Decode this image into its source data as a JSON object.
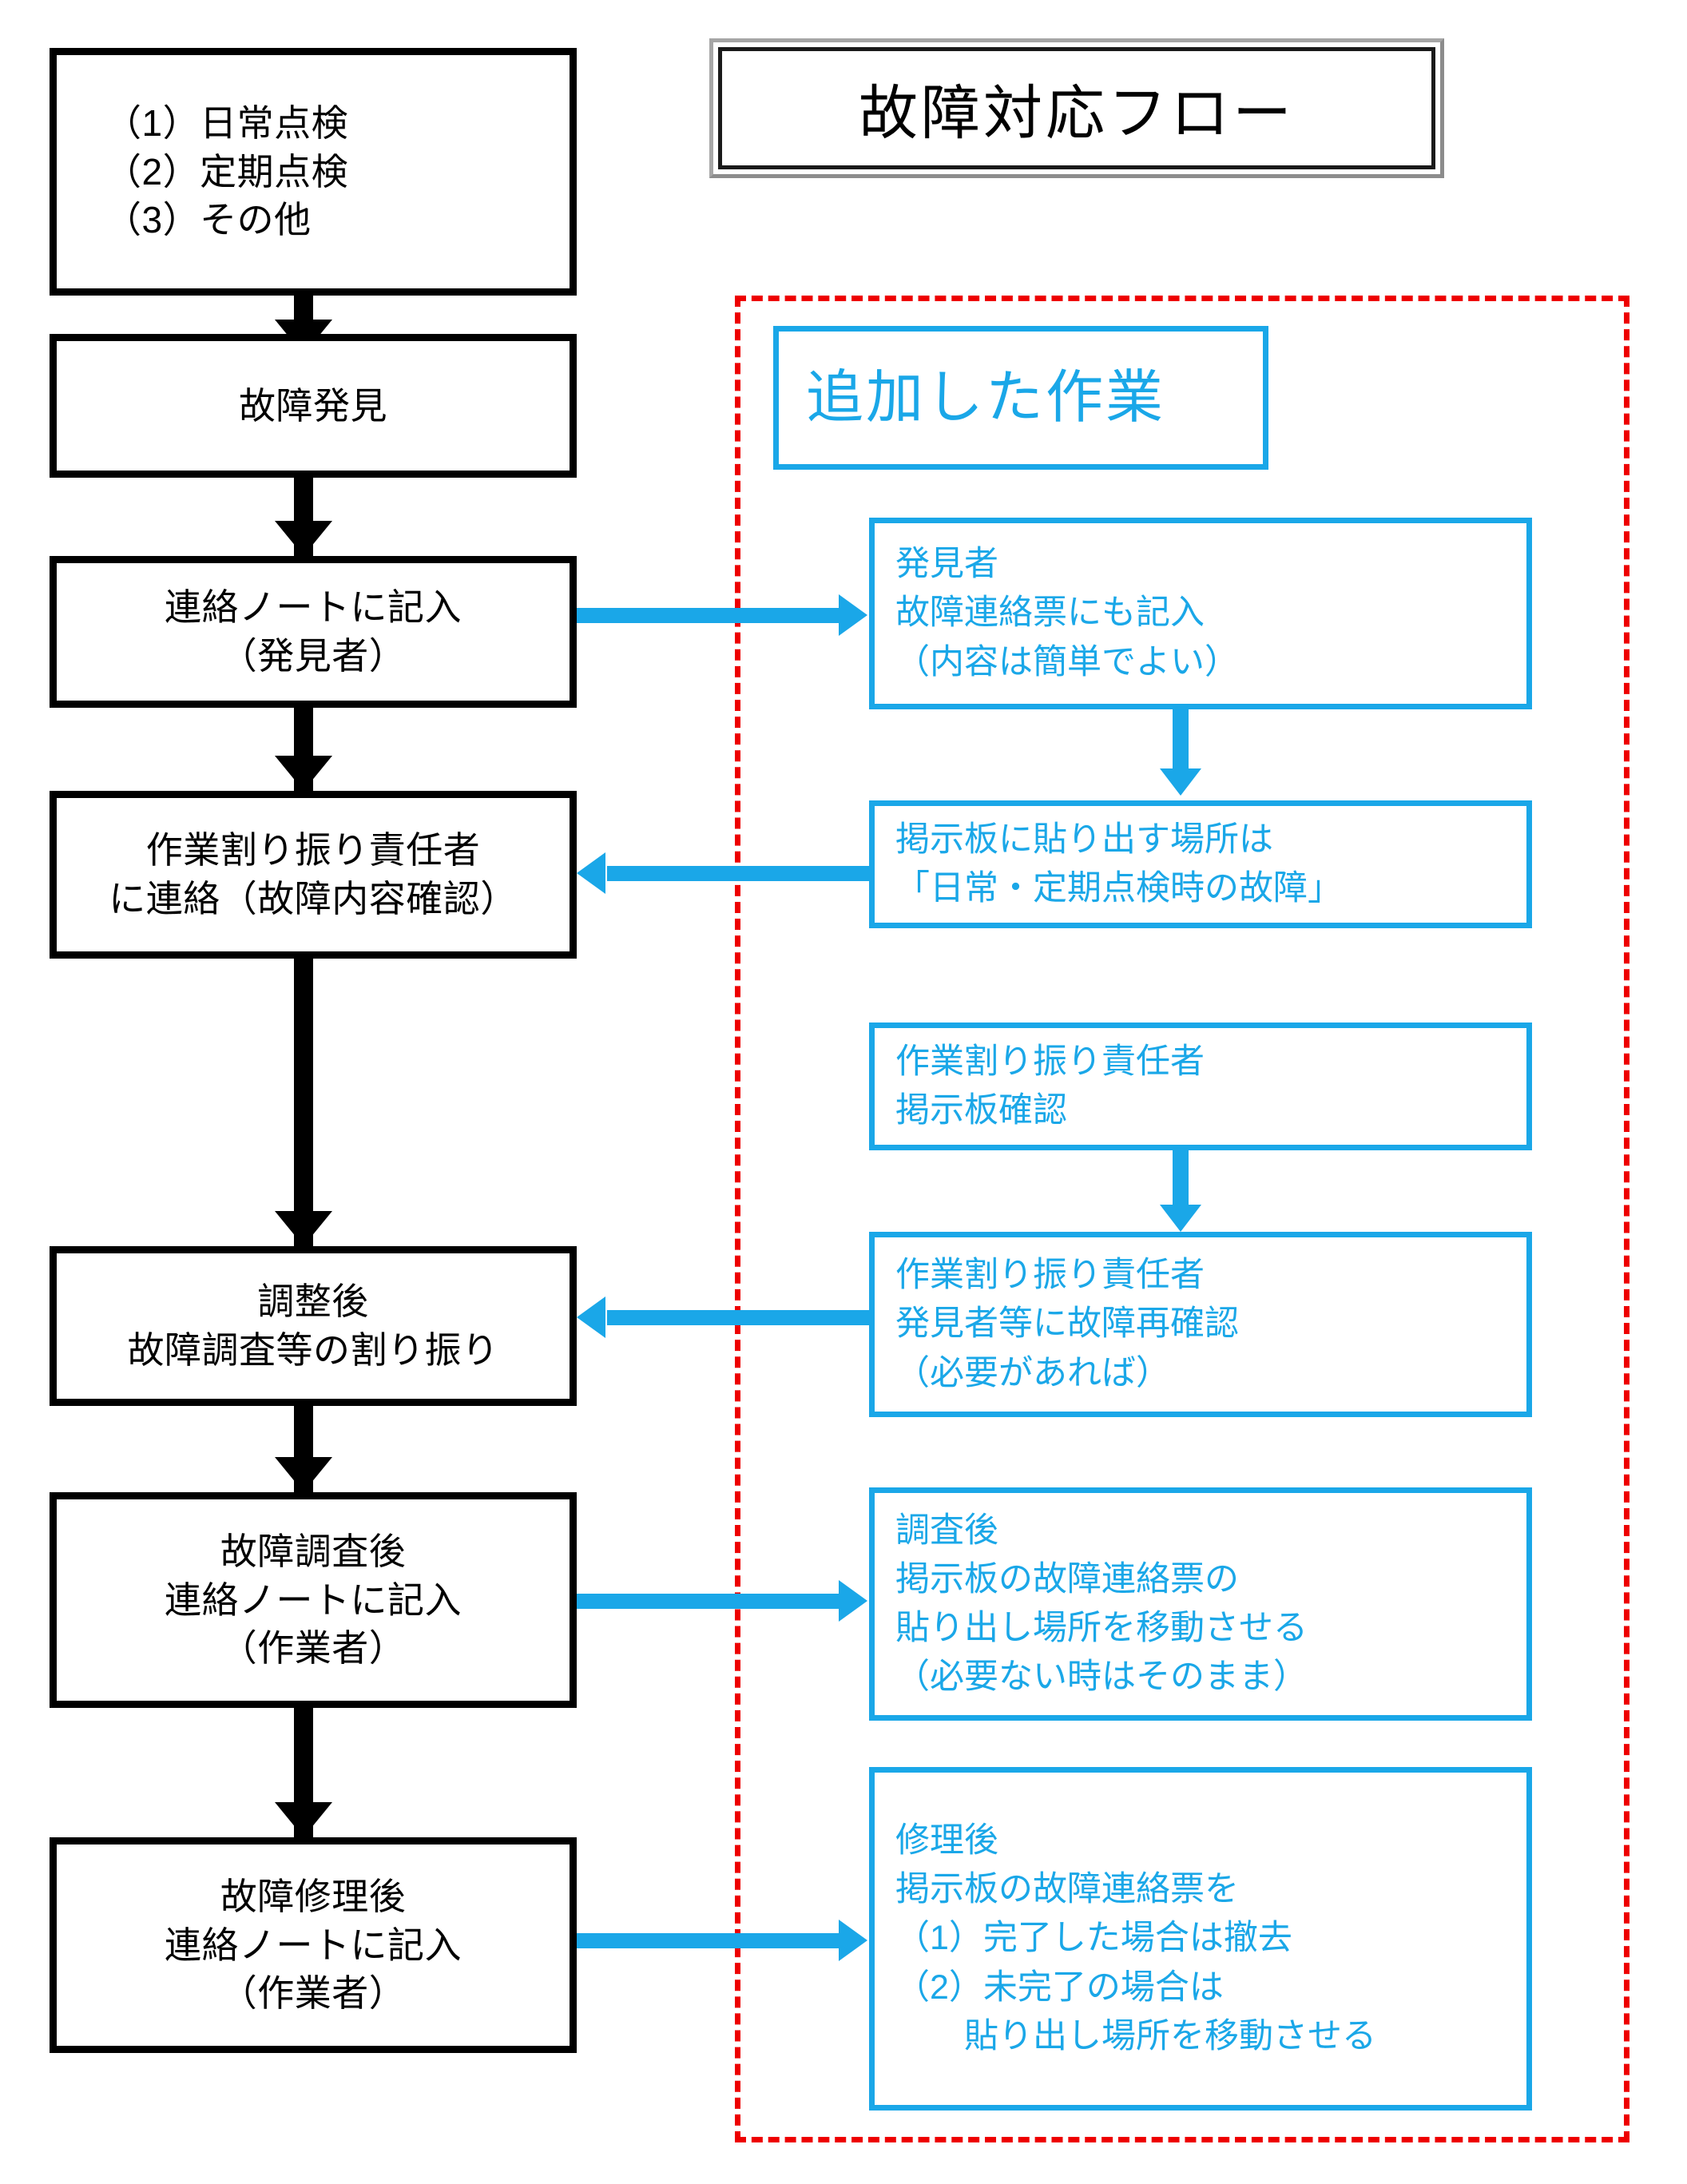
{
  "title": {
    "text": "故障対応フロー"
  },
  "legend": {
    "label": "追加した作業"
  },
  "flow_boxes": [
    {
      "id": "inspection-types",
      "text": "（1）日常点検\n（2）定期点検\n（3）その他"
    },
    {
      "id": "fault-discovery",
      "text": "故障発見"
    },
    {
      "id": "write-contact-note-finder",
      "text": "連絡ノートに記入\n（発見者）"
    },
    {
      "id": "notify-assignment-manager",
      "text": "作業割り振り責任者\nに連絡（故障内容確認）"
    },
    {
      "id": "assign-investigation",
      "text": "調整後\n故障調査等の割り振り"
    },
    {
      "id": "write-note-after-survey",
      "text": "故障調査後\n連絡ノートに記入\n（作業者）"
    },
    {
      "id": "write-note-after-repair",
      "text": "故障修理後\n連絡ノートに記入\n（作業者）"
    }
  ],
  "added_work_boxes": [
    {
      "id": "finder-also-writes-slip",
      "text": "発見者\n故障連絡票にも記入\n（内容は簡単でよい）"
    },
    {
      "id": "board-posting-location",
      "text": "掲示板に貼り出す場所は\n「日常・定期点検時の故障」"
    },
    {
      "id": "manager-checks-board",
      "text": "作業割り振り責任者\n掲示板確認"
    },
    {
      "id": "manager-reconfirms-fault",
      "text": "作業割り振り責任者\n発見者等に故障再確認\n（必要があれば）"
    },
    {
      "id": "move-slip-after-survey",
      "text": "調査後\n掲示板の故障連絡票の\n貼り出し場所を移動させる\n（必要ない時はそのまま）"
    },
    {
      "id": "handle-slip-after-repair",
      "text": "修理後\n掲示板の故障連絡票を\n（1）完了した場合は撤去\n（2）未完了の場合は\n　　貼り出し場所を移動させる"
    }
  ],
  "colors": {
    "accent_cyan": "#1AA7E8",
    "region_red": "#EE0000",
    "flow_black": "#000000",
    "title_shadow_gray": "#A6A6A6",
    "background": "#FFFFFF"
  },
  "connectors": {
    "flow_arrow_direction": "down",
    "to_added_work_direction": "right",
    "from_added_work_direction": "left",
    "between_added_work_direction": "down"
  }
}
